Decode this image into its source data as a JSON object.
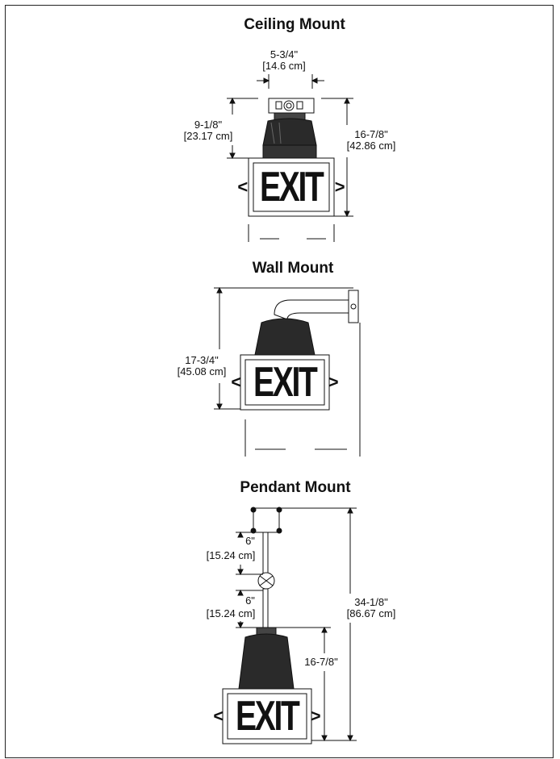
{
  "ceiling": {
    "title": "Ceiling Mount",
    "width_in": "5-3/4\"",
    "width_cm": "[14.6 cm]",
    "upper_in": "9-1/8\"",
    "upper_cm": "[23.17 cm]",
    "total_in": "16-7/8\"",
    "total_cm": "[42.86 cm]"
  },
  "wall": {
    "title": "Wall Mount",
    "height_in": "17-3/4\"",
    "height_cm": "[45.08 cm]"
  },
  "pendant": {
    "title": "Pendant Mount",
    "upper_in": "6\"",
    "upper_cm": "[15.24 cm]",
    "lower_in": "6\"",
    "lower_cm": "[15.24 cm]",
    "total_in": "34-1/8\"",
    "total_cm": "[86.67 cm]",
    "fixture_in": "16-7/8\""
  },
  "sign": {
    "text": "EXIT",
    "left_arrow": "<",
    "right_arrow": ">"
  }
}
